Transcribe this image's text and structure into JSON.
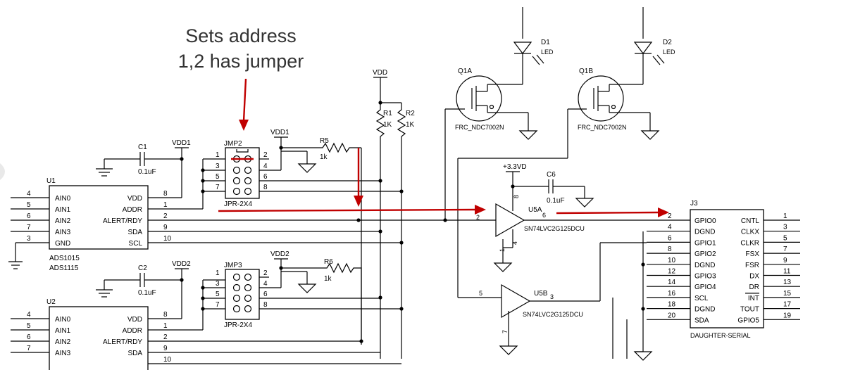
{
  "colors": {
    "wire": "#000000",
    "annotation": "#c00000",
    "note_text": "#333333",
    "background": "#ffffff"
  },
  "annotation": {
    "line1": "Sets address",
    "line2": "1,2 has jumper"
  },
  "power": {
    "vdd": "VDD",
    "vdd1": "VDD1",
    "vdd2": "VDD2",
    "v33": "+3.3VD"
  },
  "u1": {
    "ref": "U1",
    "part1": "ADS1015",
    "part2": "ADS1115",
    "left_pins": [
      {
        "num": "4",
        "name": "AIN0"
      },
      {
        "num": "5",
        "name": "AIN1"
      },
      {
        "num": "6",
        "name": "AIN2"
      },
      {
        "num": "7",
        "name": "AIN3"
      },
      {
        "num": "3",
        "name": "GND"
      }
    ],
    "right_pins": [
      {
        "num": "8",
        "name": "VDD"
      },
      {
        "num": "1",
        "name": "ADDR"
      },
      {
        "num": "2",
        "name": "ALERT/RDY"
      },
      {
        "num": "9",
        "name": "SDA"
      },
      {
        "num": "10",
        "name": "SCL"
      }
    ]
  },
  "u2": {
    "ref": "U2",
    "left_pins": [
      {
        "num": "4",
        "name": "AIN0"
      },
      {
        "num": "5",
        "name": "AIN1"
      },
      {
        "num": "6",
        "name": "AIN2"
      },
      {
        "num": "7",
        "name": "AIN3"
      }
    ],
    "right_pins": [
      {
        "num": "8",
        "name": "VDD"
      },
      {
        "num": "1",
        "name": "ADDR"
      },
      {
        "num": "2",
        "name": "ALERT/RDY"
      },
      {
        "num": "9",
        "name": "SDA"
      },
      {
        "num": "10",
        "name": ""
      }
    ]
  },
  "c1": {
    "ref": "C1",
    "value": "0.1uF"
  },
  "c2": {
    "ref": "C2",
    "value": "0.1uF"
  },
  "c6": {
    "ref": "C6",
    "value": "0.1uF"
  },
  "jmp2": {
    "ref": "JMP2",
    "type": "JPR-2X4",
    "pins_left": [
      "1",
      "3",
      "5",
      "7"
    ],
    "pins_right": [
      "2",
      "4",
      "6",
      "8"
    ]
  },
  "jmp3": {
    "ref": "JMP3",
    "type": "JPR-2X4",
    "pins_left": [
      "1",
      "3",
      "5",
      "7"
    ],
    "pins_right": [
      "2",
      "4",
      "6",
      "8"
    ]
  },
  "r5": {
    "ref": "R5",
    "value": "1k"
  },
  "r6": {
    "ref": "R6",
    "value": "1k"
  },
  "r1": {
    "ref": "R1",
    "value": "1K"
  },
  "r2": {
    "ref": "R2",
    "value": "1K"
  },
  "d1": {
    "ref": "D1",
    "type": "LED"
  },
  "d2": {
    "ref": "D2",
    "type": "LED"
  },
  "q1a": {
    "ref": "Q1A",
    "part": "FRC_NDC7002N"
  },
  "q1b": {
    "ref": "Q1B",
    "part": "FRC_NDC7002N"
  },
  "u5a": {
    "ref": "U5A",
    "part": "SN74LVC2G125DCU",
    "pin_in": "2",
    "pin_out": "6",
    "pin_vcc": "8",
    "pin_oe": "1",
    "pin_gnd": "4"
  },
  "u5b": {
    "ref": "U5B",
    "part": "SN74LVC2G125DCU",
    "pin_in": "5",
    "pin_out": "3",
    "pin_oe": "7"
  },
  "j3": {
    "ref": "J3",
    "part": "DAUGHTER-SERIAL",
    "left_pins": [
      {
        "num": "2",
        "name": "GPIO0"
      },
      {
        "num": "4",
        "name": "DGND"
      },
      {
        "num": "6",
        "name": "GPIO1"
      },
      {
        "num": "8",
        "name": "GPIO2"
      },
      {
        "num": "10",
        "name": "DGND"
      },
      {
        "num": "12",
        "name": "GPIO3"
      },
      {
        "num": "14",
        "name": "GPIO4"
      },
      {
        "num": "16",
        "name": "SCL"
      },
      {
        "num": "18",
        "name": "DGND"
      },
      {
        "num": "20",
        "name": "SDA"
      }
    ],
    "right_pins": [
      {
        "num": "1",
        "name": "CNTL"
      },
      {
        "num": "3",
        "name": "CLKX"
      },
      {
        "num": "5",
        "name": "CLKR"
      },
      {
        "num": "7",
        "name": "FSX"
      },
      {
        "num": "9",
        "name": "FSR"
      },
      {
        "num": "11",
        "name": "DX"
      },
      {
        "num": "13",
        "name": "DR"
      },
      {
        "num": "15",
        "name": "INT"
      },
      {
        "num": "17",
        "name": "TOUT"
      },
      {
        "num": "19",
        "name": "GPIO5"
      }
    ]
  }
}
